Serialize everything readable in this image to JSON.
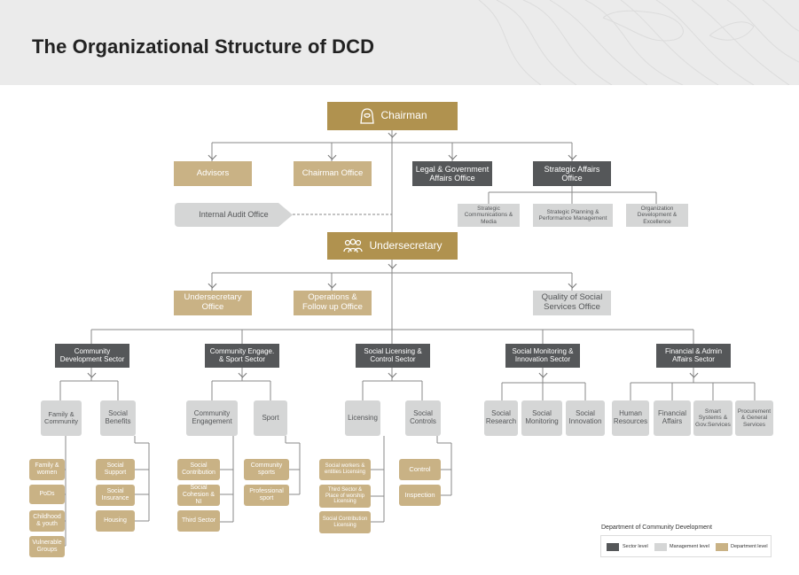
{
  "title": "The Organizational Structure of DCD",
  "colors": {
    "sector": "#555759",
    "management": "#d5d6d6",
    "department": "#c9b285",
    "top": "#b0924f"
  },
  "chairman": "Chairman",
  "undersecretary": "Undersecretary",
  "advisors": "Advisors",
  "chairman_office": "Chairman Office",
  "legal_office": "Legal & Government Affairs Office",
  "strategic_office": "Strategic Affairs Office",
  "internal_audit": "Internal Audit Office",
  "strategic_units": [
    "Strategic Communications & Media",
    "Strategic Planning & Performance Management",
    "Organization Development & Excellence"
  ],
  "undersecretary_office": "Undersecretary Office",
  "operations_office": "Operations & Follow up Office",
  "quality_office": "Quality of Social Services Office",
  "sectors": [
    {
      "name": "Community Development Sector",
      "units": [
        "Family & Community",
        "Social Benefits"
      ],
      "departments_a": [
        "Family & women",
        "PoDs",
        "Childhood & youth",
        "Vulnerable Groups"
      ],
      "departments_b": [
        "Social Support",
        "Social Insurance",
        "Housing"
      ]
    },
    {
      "name": "Community Engage. & Sport Sector",
      "units": [
        "Community Engagement",
        "Sport"
      ],
      "departments_a": [
        "Social Contribution",
        "Social Cohesion & NI",
        "Third Sector"
      ],
      "departments_b": [
        "Community sports",
        "Professional sport"
      ]
    },
    {
      "name": "Social Licensing & Control Sector",
      "units": [
        "Licensing",
        "Social Controls"
      ],
      "departments_a": [
        "Social workers & entities Licensing",
        "Third Sector & Place of worship Licensing",
        "Social Contribution Licensing"
      ],
      "departments_b": [
        "Control",
        "Inspection"
      ]
    },
    {
      "name": "Social Monitoring & Innovation Sector",
      "units": [
        "Social Research",
        "Social Monitoring",
        "Social Innovation"
      ]
    },
    {
      "name": "Financial & Admin Affairs Sector",
      "units": [
        "Human Resources",
        "Financial Affairs",
        "Smart Systems & Gov.Services",
        "Procurement & General Services"
      ]
    }
  ],
  "legend": {
    "title": "Department of Community Development",
    "sector": "Sector level",
    "management": "Management level",
    "department": "Department level"
  }
}
